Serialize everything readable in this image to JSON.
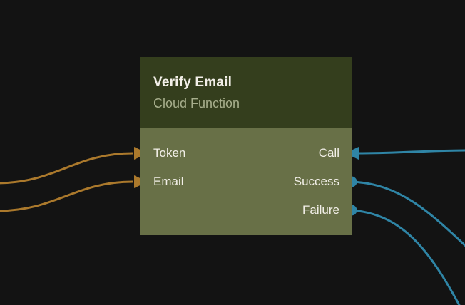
{
  "canvas": {
    "background": "#131313"
  },
  "node": {
    "title": "Verify Email",
    "subtitle": "Cloud Function",
    "colors": {
      "header_bg": "#343e1d",
      "body_bg": "#687047",
      "title_text": "#f2efe8",
      "subtitle_text": "#a7ae8c",
      "label_text": "#f2efe8"
    },
    "inputs": [
      {
        "label": "Token",
        "port_style": "arrow"
      },
      {
        "label": "Email",
        "port_style": "arrow"
      }
    ],
    "outputs": [
      {
        "label": "Call",
        "port_style": "arrow"
      },
      {
        "label": "Success",
        "port_style": "circle"
      },
      {
        "label": "Failure",
        "port_style": "circle"
      }
    ]
  },
  "wires": {
    "data_wire_color": "#ab792c",
    "flow_wire_color": "#2f85a6"
  }
}
